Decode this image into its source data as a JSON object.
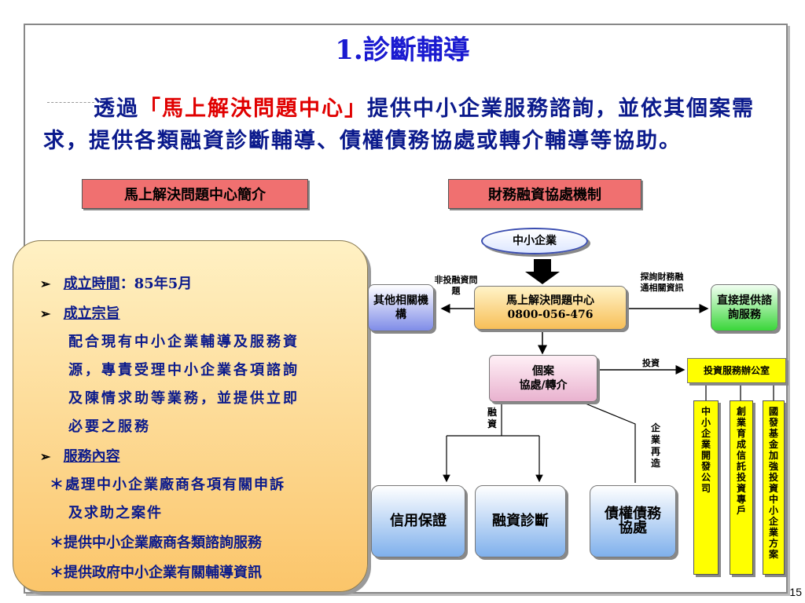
{
  "title": "1.診斷輔導",
  "paragraph": {
    "pre": "透過",
    "highlight": "「馬上解決問題中心」",
    "post": "提供中小企業服務諮詢，並依其個案需求，提供各類融資診斷輔導、債權債務協處或轉介輔導等協助。"
  },
  "labels": {
    "left": "馬上解決問題中心簡介",
    "right": "財務融資協處機制"
  },
  "info": {
    "item1_label": "成立時間",
    "item1_value": "：85年5月",
    "item2_label": "成立宗旨",
    "item2_text": [
      "配合現有中小企業輔導及服務資",
      "源，專責受理中小企業各項諮詢",
      "及陳情求助等業務，並提供立即",
      "必要之服務"
    ],
    "item3_label": "服務內容",
    "bullets": [
      "＊處理中小企業廠商各項有關申訴",
      "及求助之案件",
      "＊提供中小企業廠商各類諮詢服務",
      "＊提供政府中小企業有關輔導資訊"
    ],
    "marker": "➢"
  },
  "diagram": {
    "top": "中小企業",
    "center_title": "馬上解決問題中心",
    "center_phone": "0800-056-476",
    "other": "其他相關機構",
    "direct": "直接提供諮詢服務",
    "case_line1": "個案",
    "case_line2": "協處/轉介",
    "invest_office": "投資服務辦公室",
    "lbl_non_invest": "非投融資問題",
    "lbl_explore": "探詢財務融通相關資訊",
    "lbl_invest": "投資",
    "lbl_finance": "融資",
    "lbl_rebuild": "企業再造",
    "box_credit": "信用保證",
    "box_diag": "融資診斷",
    "box_debt": "債權債務協處",
    "fund1": "中小企業開發公司",
    "fund2": "創業育成信託投資專戶",
    "fund3": "國發基金加強投資中小企業方案"
  },
  "page_number": "15"
}
